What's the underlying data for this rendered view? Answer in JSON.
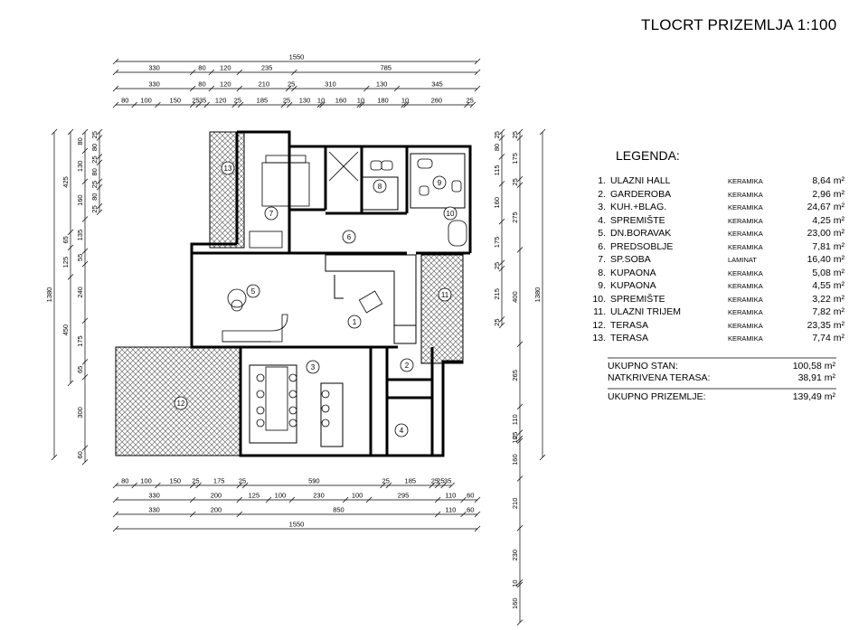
{
  "title": "TLOCRT PRIZEMLJA 1:100",
  "legend": {
    "heading": "LEGENDA:",
    "items": [
      {
        "no": "1.",
        "name": "ULAZNI HALL",
        "material": "KERAMIKA",
        "area": "8,64 m²"
      },
      {
        "no": "2.",
        "name": "GARDEROBA",
        "material": "KERAMIKA",
        "area": "2,96 m²"
      },
      {
        "no": "3.",
        "name": "KUH.+BLAG.",
        "material": "KERAMIKA",
        "area": "24,67 m²"
      },
      {
        "no": "4.",
        "name": "SPREMIŠTE",
        "material": "KERAMIKA",
        "area": "4,25 m²"
      },
      {
        "no": "5.",
        "name": "DN.BORAVAK",
        "material": "KERAMIKA",
        "area": "23,00 m²"
      },
      {
        "no": "6.",
        "name": "PREDSOBLJE",
        "material": "KERAMIKA",
        "area": "7,81 m²"
      },
      {
        "no": "7.",
        "name": "SP.SOBA",
        "material": "LAMINAT",
        "area": "16,40 m²"
      },
      {
        "no": "8.",
        "name": "KUPAONA",
        "material": "KERAMIKA",
        "area": "5,08 m²"
      },
      {
        "no": "9.",
        "name": "KUPAONA",
        "material": "KERAMIKA",
        "area": "4,55 m²"
      },
      {
        "no": "10.",
        "name": "SPREMIŠTE",
        "material": "KERAMIKA",
        "area": "3,22 m²"
      },
      {
        "no": "11.",
        "name": "ULAZNI TRIJEM",
        "material": "KERAMIKA",
        "area": "7,82 m²"
      },
      {
        "no": "12.",
        "name": "TERASA",
        "material": "KERAMIKA",
        "area": "23,35 m²"
      },
      {
        "no": "13.",
        "name": "TERASA",
        "material": "KERAMIKA",
        "area": "7,74 m²"
      }
    ],
    "totals": [
      {
        "label": "UKUPNO STAN:",
        "value": "100,58 m²"
      },
      {
        "label": "NATKRIVENA TERASA:",
        "value": "38,91 m²"
      },
      {
        "label": "UKUPNO PRIZEMLJE:",
        "value": "139,49 m²"
      }
    ]
  },
  "rooms": [
    "1",
    "2",
    "3",
    "4",
    "5",
    "6",
    "7",
    "8",
    "9",
    "10",
    "11",
    "12",
    "13"
  ],
  "dimensions": {
    "top": [
      [
        "1550"
      ],
      [
        "330",
        "80",
        "120",
        "235",
        "785"
      ],
      [
        "330",
        "80",
        "120",
        "210",
        "25",
        "310",
        "130",
        "345"
      ],
      [
        "80",
        "100",
        "150",
        "25",
        "35",
        "120",
        "25",
        "185",
        "25",
        "130",
        "10",
        "160",
        "10",
        "180",
        "10",
        "260",
        "25"
      ]
    ],
    "bottom": [
      [
        "80",
        "100",
        "150",
        "25",
        "175",
        "25",
        "590",
        "25",
        "185",
        "25",
        "25",
        "35"
      ],
      [
        "330",
        "200",
        "125",
        "100",
        "230",
        "100",
        "295",
        "110",
        "60"
      ],
      [
        "330",
        "200",
        "850",
        "110",
        "60"
      ],
      [
        "1550"
      ]
    ],
    "left": [
      [
        "1380"
      ],
      [
        "425",
        "65",
        "125",
        "450"
      ],
      [
        "80",
        "130",
        "160",
        "135",
        "55",
        "240",
        "175",
        "65",
        "300",
        "60"
      ],
      [
        "25",
        "80",
        "25",
        "80",
        "25",
        "80",
        "25"
      ]
    ],
    "right": [
      [
        "25",
        "80",
        "115",
        "160",
        "175",
        "25",
        "215",
        "25"
      ],
      [
        "25",
        "175",
        "25",
        "275",
        "400",
        "265",
        "110",
        "25",
        "10",
        "160",
        "210",
        "230",
        "10",
        "160"
      ],
      [
        "1380"
      ]
    ]
  }
}
